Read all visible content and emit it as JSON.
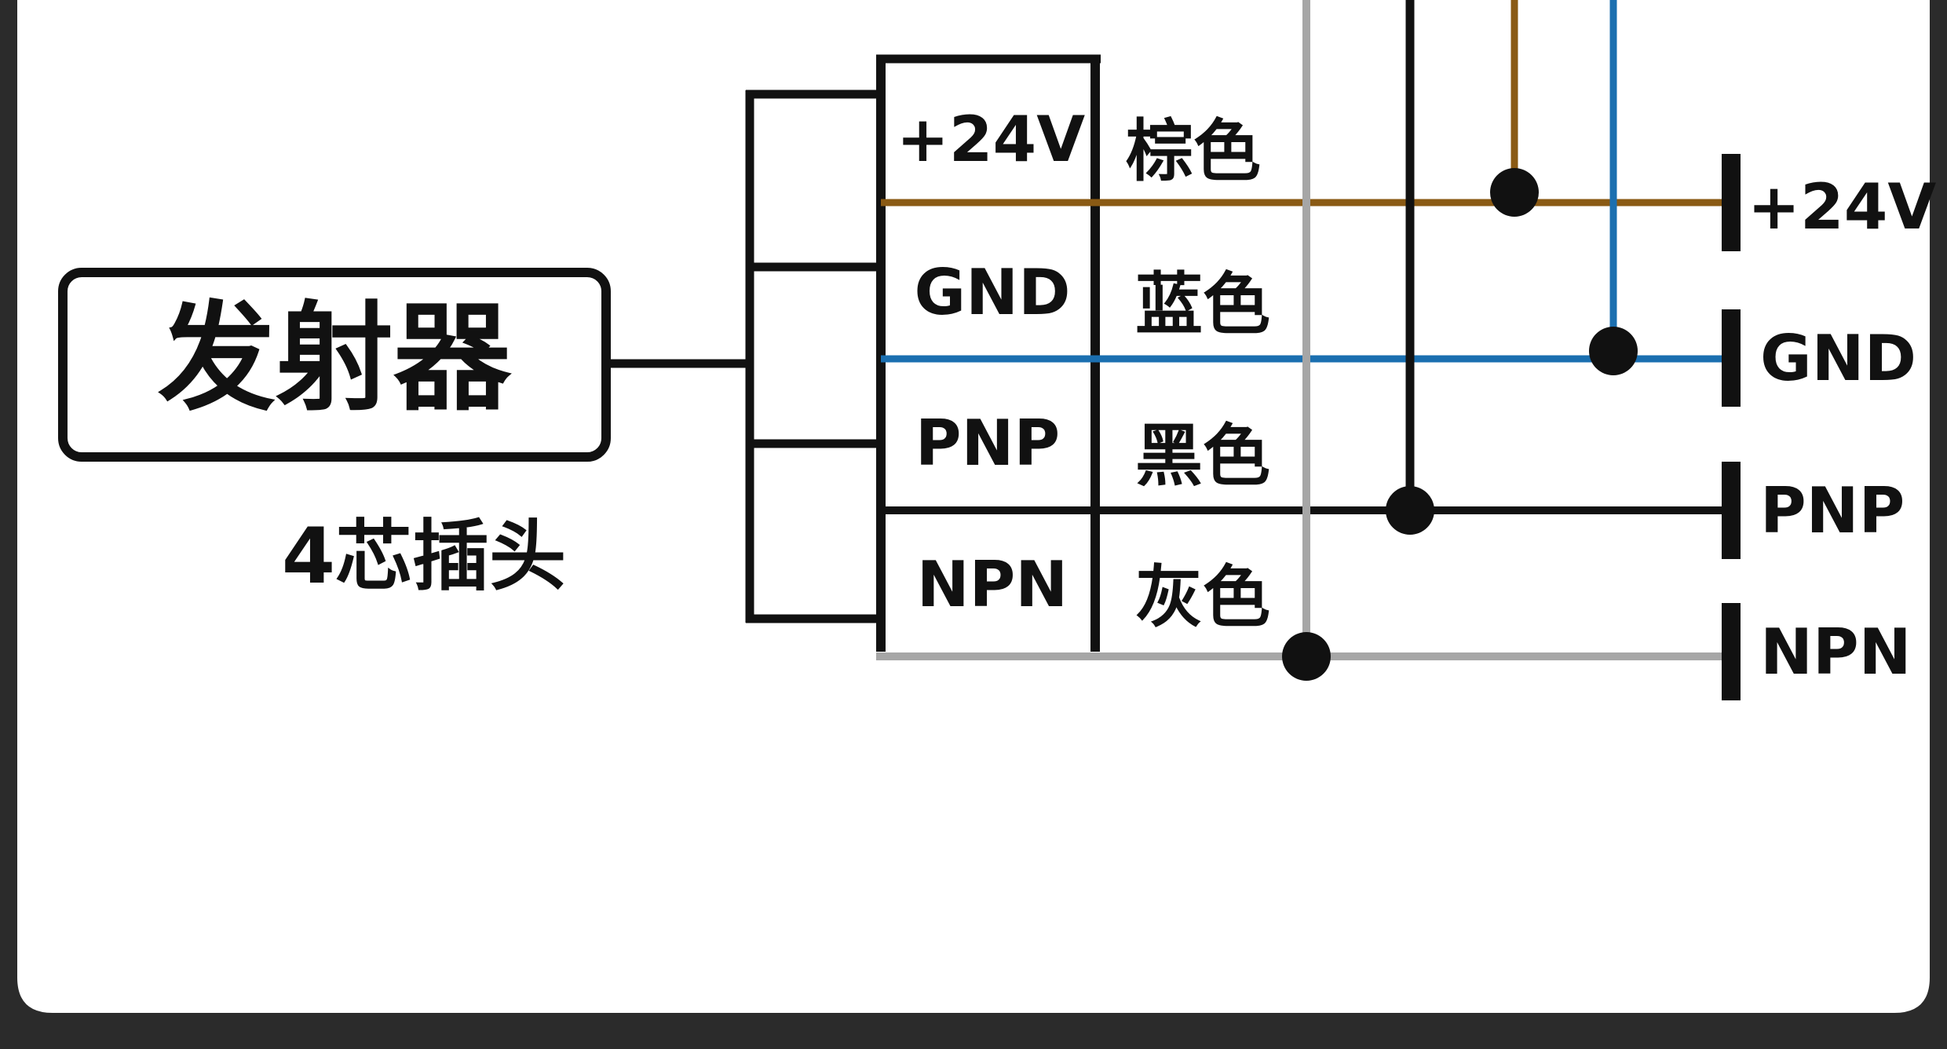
{
  "colors": {
    "frame": "#2b2b2b",
    "panel": "#ffffff",
    "ink": "#111111",
    "brown": "#8a5a14",
    "blue": "#1b6fb0",
    "gray": "#a6a6a6"
  },
  "device": {
    "title": "发射器",
    "caption": "4芯插头"
  },
  "pins": [
    {
      "signal": "+24V",
      "color_name": "棕色"
    },
    {
      "signal": "GND",
      "color_name": "蓝色"
    },
    {
      "signal": "PNP",
      "color_name": "黑色"
    },
    {
      "signal": "NPN",
      "color_name": "灰色"
    }
  ],
  "terminals": [
    {
      "label": "+24V"
    },
    {
      "label": "GND"
    },
    {
      "label": "PNP"
    },
    {
      "label": "NPN"
    }
  ]
}
